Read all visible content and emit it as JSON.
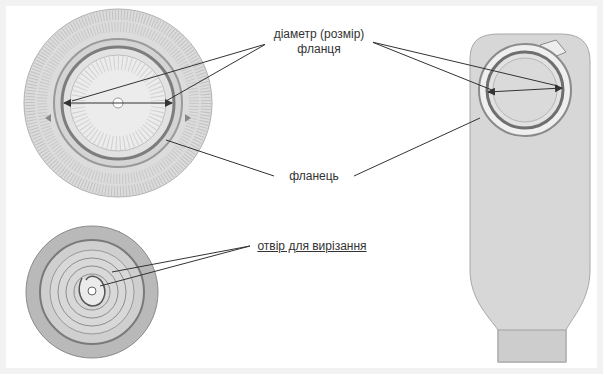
{
  "diagram": {
    "labels": [
      "діаметр (розмір) фланця",
      "фланець",
      "отвір для вирізання"
    ]
  }
}
